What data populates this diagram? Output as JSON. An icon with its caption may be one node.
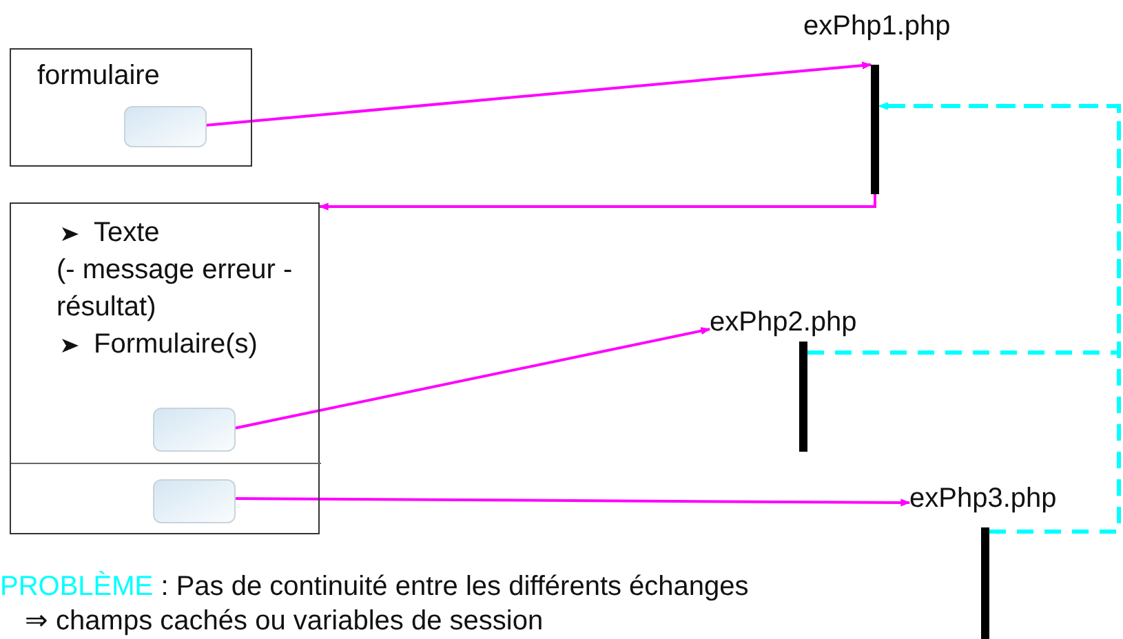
{
  "diagram": {
    "nodes": [
      {
        "text": [
          "formulaire"
        ]
      },
      {
        "text": [],
        "shape": "box",
        "in": 0
      },
      {
        "text": [
          "exPhp1.php"
        ]
      },
      {
        "text": [],
        "shape": "bar"
      },
      {
        "text": [
          "Texte",
          "(- message erreur - résultat)",
          "Formulaire(s)"
        ]
      },
      {
        "text": [],
        "shape": "box",
        "in": 4
      },
      {
        "text": [],
        "shape": "box",
        "in": 4
      },
      {
        "text": [],
        "shape": "box",
        "in": 6
      },
      {
        "text": [
          "exPhp2.php"
        ]
      },
      {
        "text": [],
        "shape": "bar"
      },
      {
        "text": [
          "exPhp3.php"
        ]
      },
      {
        "text": [],
        "shape": "bar"
      }
    ],
    "edges": [
      {
        "from": 1,
        "to": 3,
        "arrow": "to"
      },
      {
        "from": 3,
        "to": 4,
        "arrow": "to"
      },
      {
        "from": 5,
        "to": 8,
        "arrow": "to"
      },
      {
        "from": 7,
        "to": 10,
        "arrow": "to"
      },
      {
        "from": 9,
        "to": 3,
        "arrow": "to",
        "style": "dashed",
        "color": "#00ffff"
      },
      {
        "from": 11,
        "to": 3,
        "arrow": "to",
        "style": "dashed",
        "color": "#00ffff"
      }
    ],
    "labels": [
      "PROBLÈME",
      ": Pas de continuité entre les différents échanges",
      "⇒ champs cachés ou variables de session"
    ]
  }
}
